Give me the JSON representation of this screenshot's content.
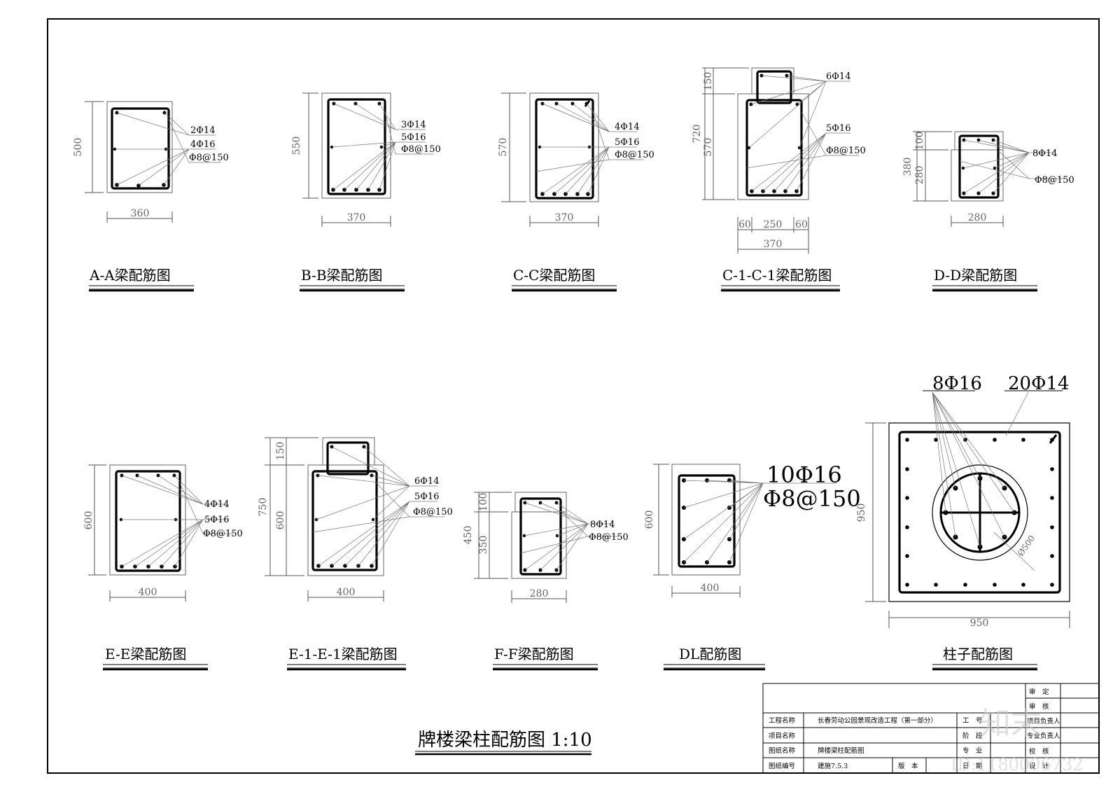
{
  "sheet_title": "牌楼梁柱配筋图 1:10",
  "watermark": {
    "id_text": "ID:1180006732",
    "logo_text": "知末"
  },
  "sections": {
    "AA": {
      "title": "A-A梁配筋图",
      "width": "360",
      "height": "500",
      "rebars": [
        "2Φ14",
        "4Φ16",
        "Φ8@150"
      ]
    },
    "BB": {
      "title": "B-B梁配筋图",
      "width": "370",
      "height": "550",
      "rebars": [
        "3Φ14",
        "5Φ16",
        "Φ8@150"
      ]
    },
    "CC": {
      "title": "C-C梁配筋图",
      "width": "370",
      "height": "570",
      "rebars": [
        "4Φ14",
        "5Φ16",
        "Φ8@150"
      ]
    },
    "C1": {
      "title": "C-1-C-1梁配筋图",
      "height_total": "720",
      "height_top": "150",
      "height_main": "570",
      "width_total": "370",
      "width_left": "60",
      "width_mid": "250",
      "width_right": "60",
      "rebars": [
        "6Φ14",
        "5Φ16",
        "Φ8@150"
      ]
    },
    "DD": {
      "title": "D-D梁配筋图",
      "height_total": "380",
      "height_top": "100",
      "height_main": "280",
      "width": "280",
      "rebars": [
        "8Φ14",
        "Φ8@150"
      ]
    },
    "EE": {
      "title": "E-E梁配筋图",
      "width": "400",
      "height": "600",
      "rebars": [
        "4Φ14",
        "5Φ16",
        "Φ8@150"
      ]
    },
    "E1": {
      "title": "E-1-E-1梁配筋图",
      "height_total": "750",
      "height_top": "150",
      "height_main": "600",
      "width": "400",
      "rebars": [
        "6Φ14",
        "5Φ16",
        "Φ8@150"
      ]
    },
    "FF": {
      "title": "F-F梁配筋图",
      "height_total": "450",
      "height_top": "100",
      "height_main": "350",
      "width": "280",
      "rebars": [
        "8Φ14",
        "Φ8@150"
      ]
    },
    "DL": {
      "title": "DL配筋图",
      "width": "400",
      "height": "600",
      "rebars": [
        "10Φ16",
        "Φ8@150"
      ]
    },
    "COL": {
      "title": "柱子配筋图",
      "width": "950",
      "height": "950",
      "diameter": "Ø500",
      "rebars": [
        "8Φ16",
        "20Φ14"
      ]
    }
  },
  "title_block": {
    "right_labels": [
      "审　定",
      "审　核",
      "项目负责人",
      "专业负责人",
      "校　核",
      "设　计"
    ],
    "project_label": "工程名称",
    "project_value": "长春劳动公园景观改造工程（第一部分）",
    "item_label": "项目名称",
    "item_value": "",
    "drawing_label": "图纸名称",
    "drawing_value": "牌楼梁柱配筋图",
    "number_label": "图纸编号",
    "number_value": "建施7.5.3",
    "version_label": "版　本",
    "job_label": "工　号",
    "stage_label": "阶　段",
    "discipline_label": "专　业",
    "date_label": "日　期"
  }
}
